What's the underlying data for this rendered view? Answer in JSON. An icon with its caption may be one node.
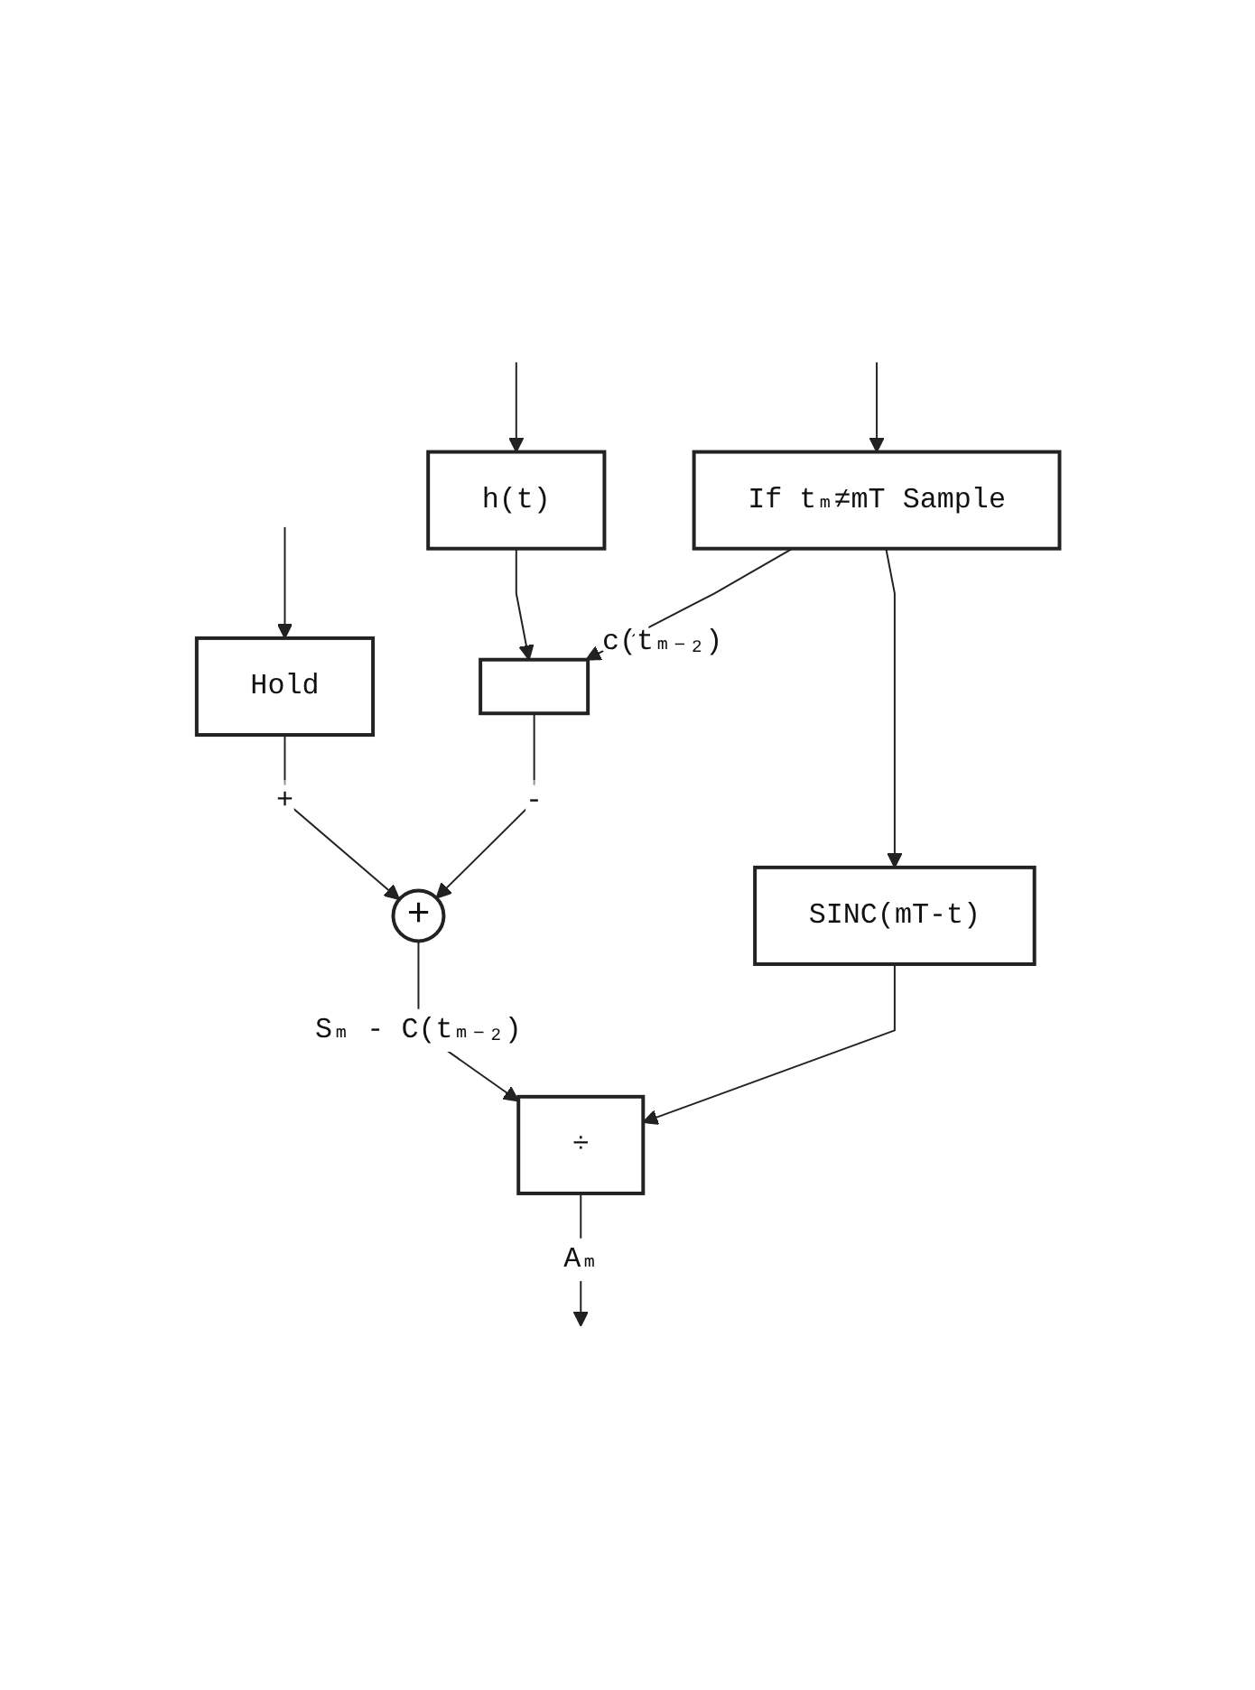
{
  "diagram": {
    "nodes": [
      {
        "text": [
          "h(t)"
        ]
      },
      {
        "text": [],
        "shape": "box",
        "beside": [
          "c(tₘ₋₂)"
        ]
      },
      {
        "text": [
          "If tₘ≠mT Sample"
        ]
      },
      {
        "text": [
          "Hold"
        ]
      },
      {
        "text": [
          "SINC(mT-t)"
        ]
      },
      {
        "text": [
          "+"
        ]
      },
      {
        "text": [
          "÷"
        ]
      }
    ],
    "edges": [
      {
        "from": null,
        "to": 0,
        "arrow": "to"
      },
      {
        "from": null,
        "to": 2,
        "arrow": "to"
      },
      {
        "from": null,
        "to": 3,
        "arrow": "to"
      },
      {
        "from": 0,
        "to": 1,
        "arrow": "to"
      },
      {
        "from": 2,
        "to": 1,
        "arrow": "to"
      },
      {
        "from": 2,
        "to": 4,
        "arrow": "to"
      },
      {
        "from": 3,
        "to": 5,
        "arrow": "to",
        "label": "+"
      },
      {
        "from": 1,
        "to": 5,
        "arrow": "to",
        "label": "-"
      },
      {
        "from": 5,
        "to": 6,
        "arrow": "to",
        "label": "Sₘ - C(tₘ₋₂)"
      },
      {
        "from": 4,
        "to": 6,
        "arrow": "to"
      },
      {
        "from": 6,
        "to": null,
        "arrow": "to",
        "label": "Aₘ"
      }
    ]
  }
}
